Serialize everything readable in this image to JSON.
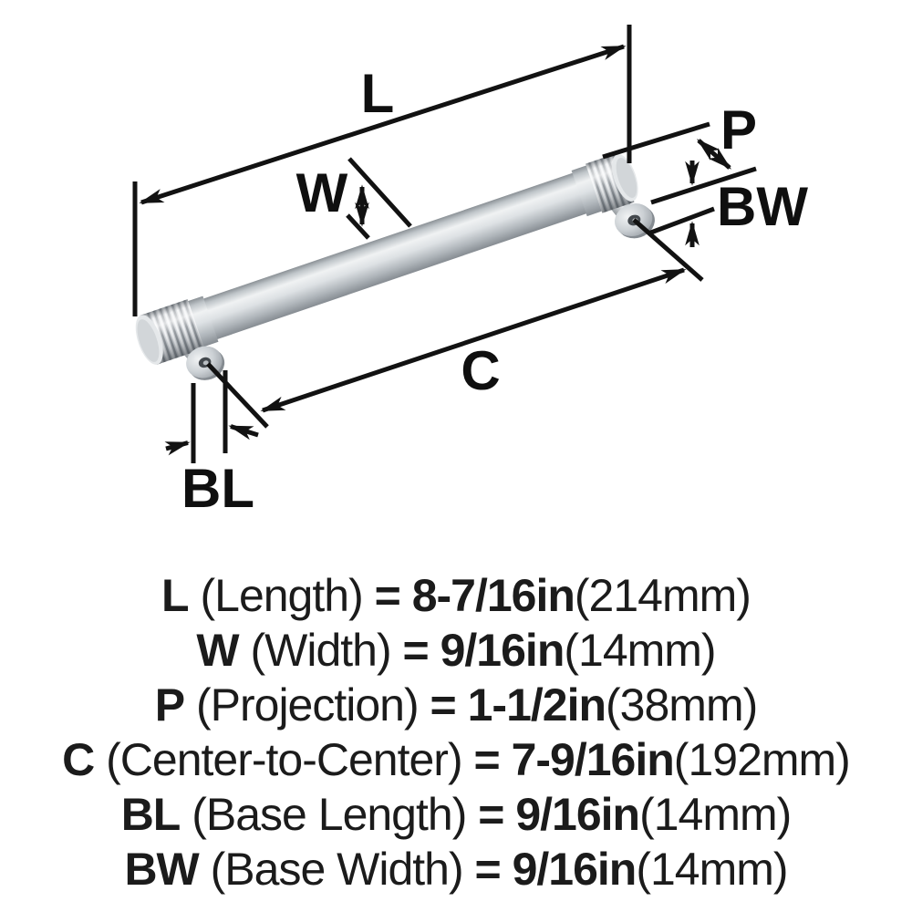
{
  "page": {
    "background": "#ffffff"
  },
  "diagram": {
    "type": "product-dimension-diagram",
    "line_color": "#121212",
    "metal_light": "#eff1f3",
    "metal_dark": "#878d93",
    "dim_labels": {
      "L": "L",
      "W": "W",
      "P": "P",
      "C": "C",
      "BL": "BL",
      "BW": "BW"
    }
  },
  "specs": [
    {
      "abbr": "L",
      "name": " (Length) ",
      "value": "= 8-7/16in",
      "metric": "(214mm)"
    },
    {
      "abbr": "W",
      "name": " (Width) ",
      "value": "= 9/16in",
      "metric": "(14mm)"
    },
    {
      "abbr": "P",
      "name": " (Projection) ",
      "value": "= 1-1/2in",
      "metric": "(38mm)"
    },
    {
      "abbr": "C",
      "name": " (Center-to-Center) ",
      "value": "= 7-9/16in",
      "metric": "(192mm)"
    },
    {
      "abbr": "BL",
      "name": " (Base Length) ",
      "value": "= 9/16in",
      "metric": "(14mm)"
    },
    {
      "abbr": "BW",
      "name": " (Base Width) ",
      "value": "= 9/16in",
      "metric": "(14mm)"
    }
  ]
}
